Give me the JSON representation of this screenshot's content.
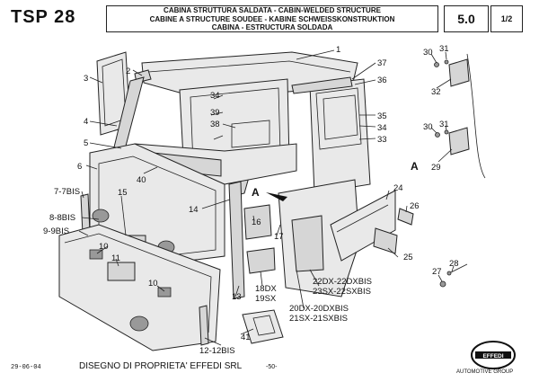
{
  "header": {
    "code": "TSP 28",
    "title_lines": [
      "CABINA STRUTTURA SALDATA - CABIN-WELDED STRUCTURE",
      "CABINE A STRUCTURE SOUDEE - KABINE SCHWEISSKONSTRUKTION",
      "CABINA - ESTRUCTURA SOLDADA"
    ],
    "section": "5.0",
    "page": "1/2"
  },
  "labels": [
    "1",
    "2",
    "3",
    "4",
    "5",
    "6",
    "7-7BIS",
    "8-8BIS",
    "9-9BIS",
    "10",
    "11",
    "10",
    "12-12BIS",
    "13",
    "14",
    "15",
    "16",
    "17",
    "18DX",
    "19SX",
    "20DX-20DXBIS",
    "21SX-21SXBIS",
    "22DX-22DXBIS",
    "23SX-22SXBIS",
    "24",
    "25",
    "26",
    "27",
    "28",
    "29",
    "30",
    "31",
    "32",
    "30",
    "31",
    "33",
    "34",
    "35",
    "36",
    "37",
    "38",
    "39",
    "34",
    "40",
    "41",
    "A",
    "A"
  ],
  "footer": {
    "date": "29-06-04",
    "owner": "DISEGNO DI PROPRIETA' EFFEDI SRL",
    "page_number": "-50-",
    "brand": "EFFEDI",
    "brand_sub": "AUTOMOTIVE GROUP"
  }
}
